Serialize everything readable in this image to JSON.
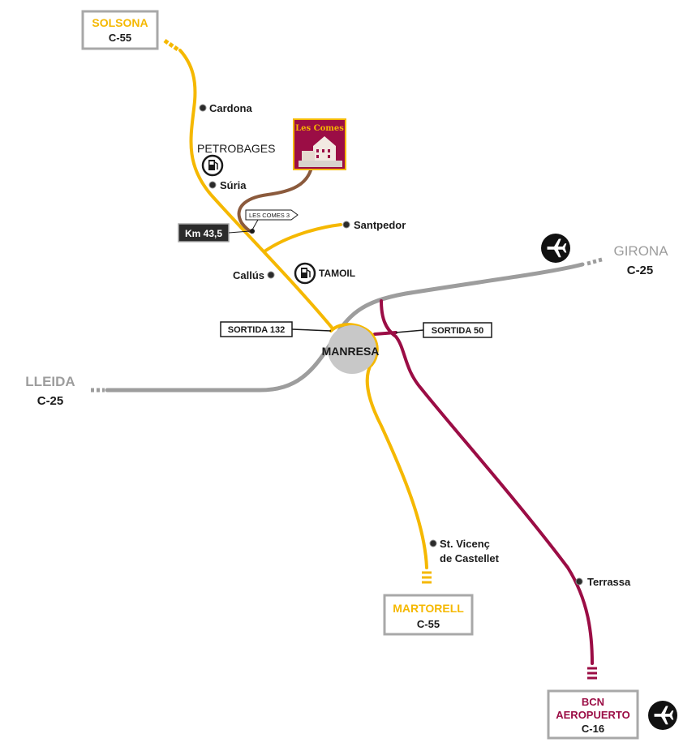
{
  "colors": {
    "c55_yellow": "#f5b800",
    "c25_gray": "#9d9d9d",
    "c16_maroon": "#9b0d45",
    "access_brown": "#8b5a3c",
    "box_border": "#a8a8a8",
    "dark_box": "#2b2b2b",
    "text_dark": "#1a1a1a",
    "roundabout_gray": "#c8c8c8"
  },
  "destinations": {
    "solsona": {
      "name": "SOLSONA",
      "road": "C-55"
    },
    "girona": {
      "name": "GIRONA",
      "road": "C-25"
    },
    "lleida": {
      "name": "LLEIDA",
      "road": "C-25"
    },
    "martorell": {
      "name": "MARTORELL",
      "road": "C-55"
    },
    "bcn": {
      "name_line1": "BCN",
      "name_line2": "AEROPUERTO",
      "road": "C-16"
    }
  },
  "towns": {
    "cardona": "Cardona",
    "suria": "Súria",
    "santpedor": "Santpedor",
    "callus": "Callús",
    "st_vicenc_line1": "St. Vicenç",
    "st_vicenc_line2": "de Castellet",
    "terrassa": "Terrassa",
    "manresa": "MANRESA"
  },
  "stations": {
    "petrobages": "PETROBAGES",
    "tamoil": "TAMOIL"
  },
  "labels": {
    "km": "Km 43,5",
    "les_comes_sign": "LES COMES 3",
    "sortida_132": "SORTIDA 132",
    "sortida_50": "SORTIDA 50",
    "logo_text": "Les Comes"
  },
  "icons": {
    "airport": "airplane-icon",
    "gas_station": "fuel-pump-icon",
    "town": "dot-marker"
  }
}
